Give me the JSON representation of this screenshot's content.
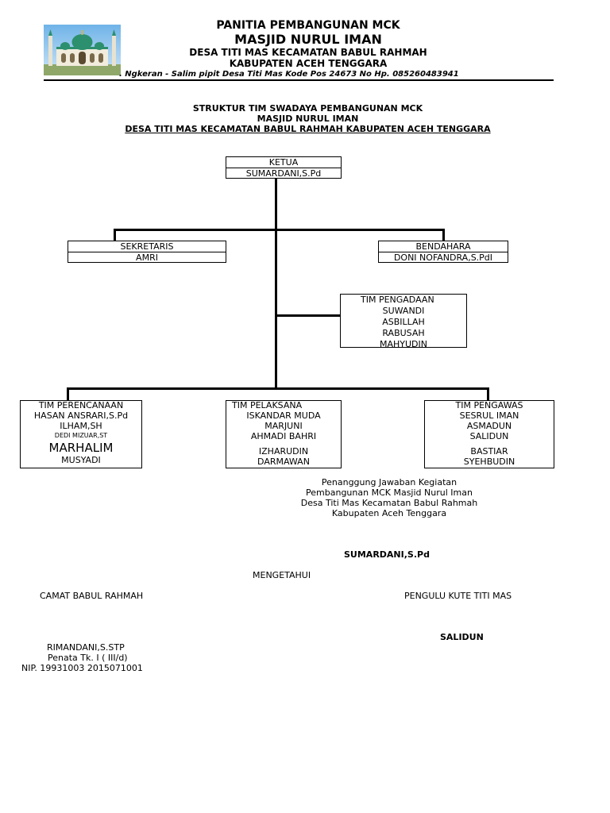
{
  "header": {
    "line1": "PANITIA PEMBANGUNAN MCK",
    "line2": "MASJID NURUL IMAN",
    "line3": "DESA TITI MAS KECAMATAN BABUL RAHMAH",
    "line4": "KABUPATEN ACEH TENGGARA",
    "address": ". Ngkeran - Salim pipit Desa Titi Mas Kode Pos 24673 No Hp. 085260483941"
  },
  "title": {
    "line1": "STRUKTUR TIM SWADAYA PEMBANGUNAN MCK",
    "line2": "MASJID NURUL IMAN",
    "line3": "DESA TITI MAS KECAMATAN BABUL RAHMAH KABUPATEN ACEH TENGGARA"
  },
  "org": {
    "ketua": {
      "role": "KETUA",
      "name": "SUMARDANI,S.Pd"
    },
    "sekretaris": {
      "role": "SEKRETARIS",
      "name": "AMRI"
    },
    "bendahara": {
      "role": "BENDAHARA",
      "name": "DONI NOFANDRA,S.PdI"
    },
    "pengadaan": {
      "role": "TIM PENGADAAN",
      "members": [
        "SUWANDI",
        "ASBILLAH",
        "RABUSAH",
        "MAHYUDIN"
      ]
    },
    "perencanaan": {
      "role": "TIM PERENCANAAN",
      "members": [
        "HASAN ANSRARI,S.Pd",
        "ILHAM,SH",
        "DEDI MIZUAR,ST",
        "MARHALIM",
        "MUSYADI"
      ]
    },
    "pelaksana": {
      "role": "TIM PELAKSANA",
      "members": [
        "ISKANDAR MUDA",
        "MARJUNI",
        "AHMADI BAHRI",
        "IZHARUDIN",
        "DARMAWAN"
      ]
    },
    "pengawas": {
      "role": "TIM PENGAWAS",
      "members": [
        "SESRUL IMAN",
        "ASMADUN",
        "SALIDUN",
        "BASTIAR",
        "SYEHBUDIN"
      ]
    }
  },
  "responsible": {
    "lines": [
      "Penanggung Jawaban Kegiatan",
      "Pembangunan MCK  Masjid Nurul Iman",
      "Desa Titi Mas Kecamatan Babul Rahmah",
      "Kabupaten Aceh Tenggara"
    ],
    "name": "SUMARDANI,S.Pd"
  },
  "approval": {
    "label": "MENGETAHUI",
    "camat_title": "CAMAT BABUL RAHMAH",
    "camat_name": "RIMANDANI,S.STP",
    "camat_rank": "Penata Tk. I ( III/d)",
    "camat_nip": "NIP. 19931003 2015071001",
    "pengulu_title": "PENGULU KUTE TITI MAS",
    "pengulu_name": "SALIDUN"
  }
}
